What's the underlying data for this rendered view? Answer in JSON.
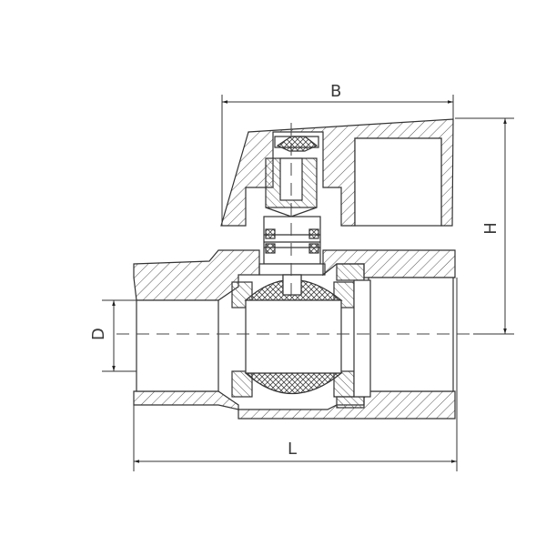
{
  "drawing": {
    "subject": "Ball valve cross-section (technical drawing)",
    "dimensions": {
      "B": "B",
      "H": "H",
      "D": "D",
      "L": "L"
    },
    "colors": {
      "line": "#333333",
      "hatch": "#555555",
      "background": "#ffffff"
    }
  }
}
